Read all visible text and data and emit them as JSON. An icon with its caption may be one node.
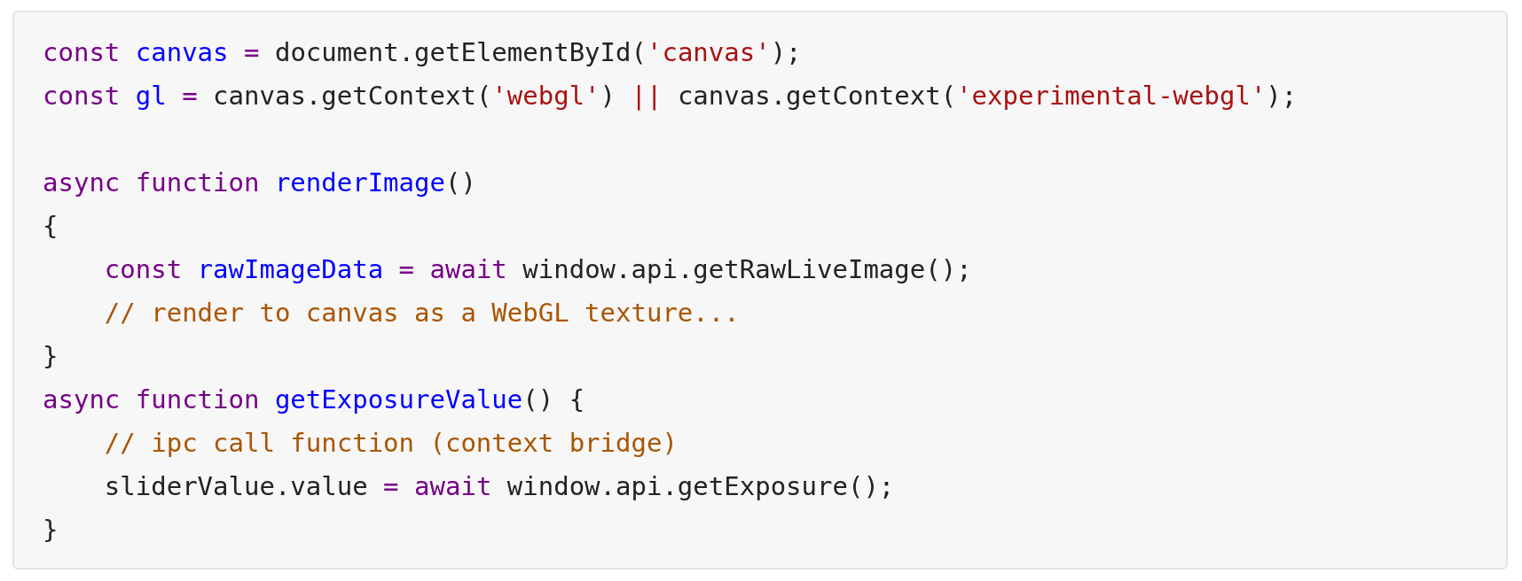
{
  "diagram": {
    "labels": [
      "const canvas = document.getElementById('canvas');",
      "const gl = canvas.getContext('webgl') || canvas.getContext('experimental-webgl');",
      "async function renderImage()",
      "{",
      "    const rawImageData = await window.api.getRawLiveImage();",
      "    // render to canvas as a WebGL texture...",
      "}",
      "async function getExposureValue() {",
      "    // ipc call function (context bridge)",
      "    sliderValue.value = await window.api.getExposure();",
      "}"
    ]
  }
}
